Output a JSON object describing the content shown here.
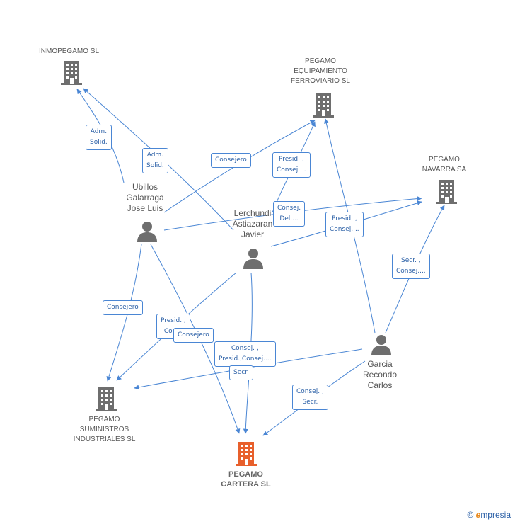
{
  "companies": {
    "inmopegamo": "INMOPEGAMO SL",
    "equipamiento": [
      "PEGAMO",
      "EQUIPAMIENTO",
      "FERROVIARIO SL"
    ],
    "navarra": [
      "PEGAMO",
      "NAVARRA SA"
    ],
    "suministros": [
      "PEGAMO",
      "SUMINISTROS",
      "INDUSTRIALES SL"
    ],
    "cartera": [
      "PEGAMO",
      "CARTERA SL"
    ]
  },
  "persons": {
    "ubillos": [
      "Ubillos",
      "Galarraga",
      "Jose Luis"
    ],
    "lerchundi": [
      "Lerchundi",
      "Astiazaran",
      "Javier"
    ],
    "garcia": [
      "Garcia",
      "Recondo",
      "Carlos"
    ]
  },
  "badges": {
    "adm1": [
      "Adm.",
      "Solid."
    ],
    "adm2": [
      "Adm.",
      "Solid."
    ],
    "consejero_ub_eq": "Consejero",
    "presid_lerch_eq": [
      "Presid. ,",
      "Consej...."
    ],
    "consej_del": [
      "Consej.",
      "Del...."
    ],
    "presid_garcia_nav": [
      "Presid. ,",
      "Consej...."
    ],
    "secr_garcia_nav": [
      "Secr. ,",
      "Consej...."
    ],
    "consejero_ub_sum": "Consejero",
    "presid_lerch_sum": [
      "Presid. ,",
      "Con..."
    ],
    "consejero_lerch_cart": "Consejero",
    "consej_presid": [
      "Consej. ,",
      "Presid.,Consej...."
    ],
    "secr": "Secr.",
    "consej_secr": [
      "Consej. ,",
      "Secr."
    ]
  },
  "footer": {
    "copyright": "©",
    "brand_initial": "e",
    "brand_rest": "mpresia"
  },
  "colors": {
    "edge": "#4a86d4",
    "building": "#6e6e6e",
    "focus": "#e8602c",
    "person": "#6e6e6e"
  }
}
